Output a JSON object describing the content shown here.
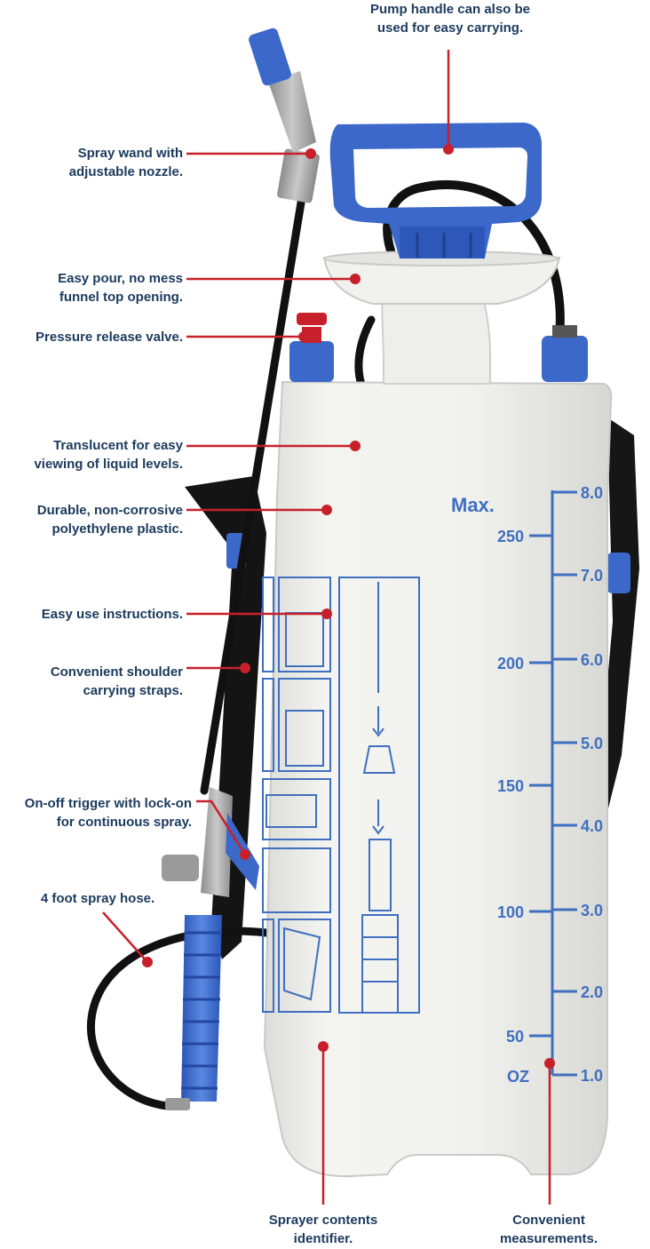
{
  "colors": {
    "label_text": "#1b3a5c",
    "leader_line": "#c8202a",
    "sprayer_body": "#f2f2ef",
    "accent_blue": "#3b68c9",
    "graduation_blue": "#3f6fc0",
    "strap": "#151515"
  },
  "callouts": {
    "pump_handle": "Pump handle can also be\nused for easy carrying.",
    "spray_wand": "Spray wand with\nadjustable nozzle.",
    "funnel": "Easy pour, no mess\nfunnel top opening.",
    "pressure_valve": "Pressure release valve.",
    "translucent": "Translucent for easy\nviewing of liquid levels.",
    "durable": "Durable, non-corrosive\npolyethylene plastic.",
    "instructions": "Easy use instructions.",
    "straps": "Convenient shoulder\ncarrying straps.",
    "trigger": "On-off trigger with lock-on\nfor continuous spray.",
    "hose": "4 foot spray hose.",
    "contents": "Sprayer contents\nidentifier.",
    "measurements": "Convenient\nmeasurements."
  },
  "scale": {
    "max_label": "Max.",
    "oz_unit": "OZ",
    "oz_ticks": [
      "250",
      "200",
      "150",
      "100",
      "50"
    ],
    "liter_ticks": [
      "8.0",
      "7.0",
      "6.0",
      "5.0",
      "4.0",
      "3.0",
      "2.0",
      "1.0"
    ]
  },
  "icons": {
    "sprayer": "garden-pump-sprayer-image",
    "leader_dot": "red-dot-marker"
  }
}
